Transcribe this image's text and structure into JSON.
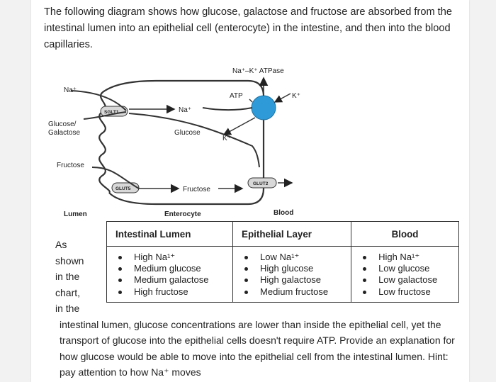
{
  "intro": "The following diagram shows how glucose, galactose and fructose are absorbed from the intestinal lumen into an epithelial cell (enterocyte) in the intestine, and then into the blood capillaries.",
  "diagram": {
    "pump_title": "Na⁺–K⁺ ATPase",
    "na_lumen": "Na⁺",
    "glucose_galactose": [
      "Glucose/",
      "Galactose"
    ],
    "fructose_lumen": "Fructose",
    "sglt1": "SGLT1",
    "glut5": "GLUT5",
    "glut2": "GLUT2",
    "na_cell": "Na⁺",
    "glucose_cell": "Glucose",
    "fructose_cell": "Fructose",
    "atp": "ATP",
    "k_out": "K⁺",
    "k_in": "K⁺",
    "lumen": "Lumen",
    "enterocyte": "Enterocyte",
    "blood": "Blood"
  },
  "side_text": [
    "As",
    "shown",
    "in the",
    "chart,"
  ],
  "table": {
    "headers": [
      "Intestinal Lumen",
      "Epithelial Layer",
      "Blood"
    ],
    "columns": [
      [
        "High Na¹⁺",
        "Medium glucose",
        "Medium galactose",
        "High fructose"
      ],
      [
        "Low Na¹⁺",
        "High glucose",
        "High galactose",
        "Medium fructose"
      ],
      [
        "High Na¹⁺",
        "Low glucose",
        "Low galactose",
        "Low fructose"
      ]
    ]
  },
  "question": {
    "first": "in the",
    "rest": "intestinal lumen, glucose concentrations are lower than inside the epithelial cell, yet the transport of glucose into the epithelial cells doesn't require ATP. Provide an explanation for how glucose would be able to move into the epithelial cell from the intestinal lumen. Hint: pay attention to how Na⁺ moves"
  },
  "colors": {
    "pump": "#2e9bd8",
    "membrane": "#333333",
    "background": "#ffffff"
  }
}
